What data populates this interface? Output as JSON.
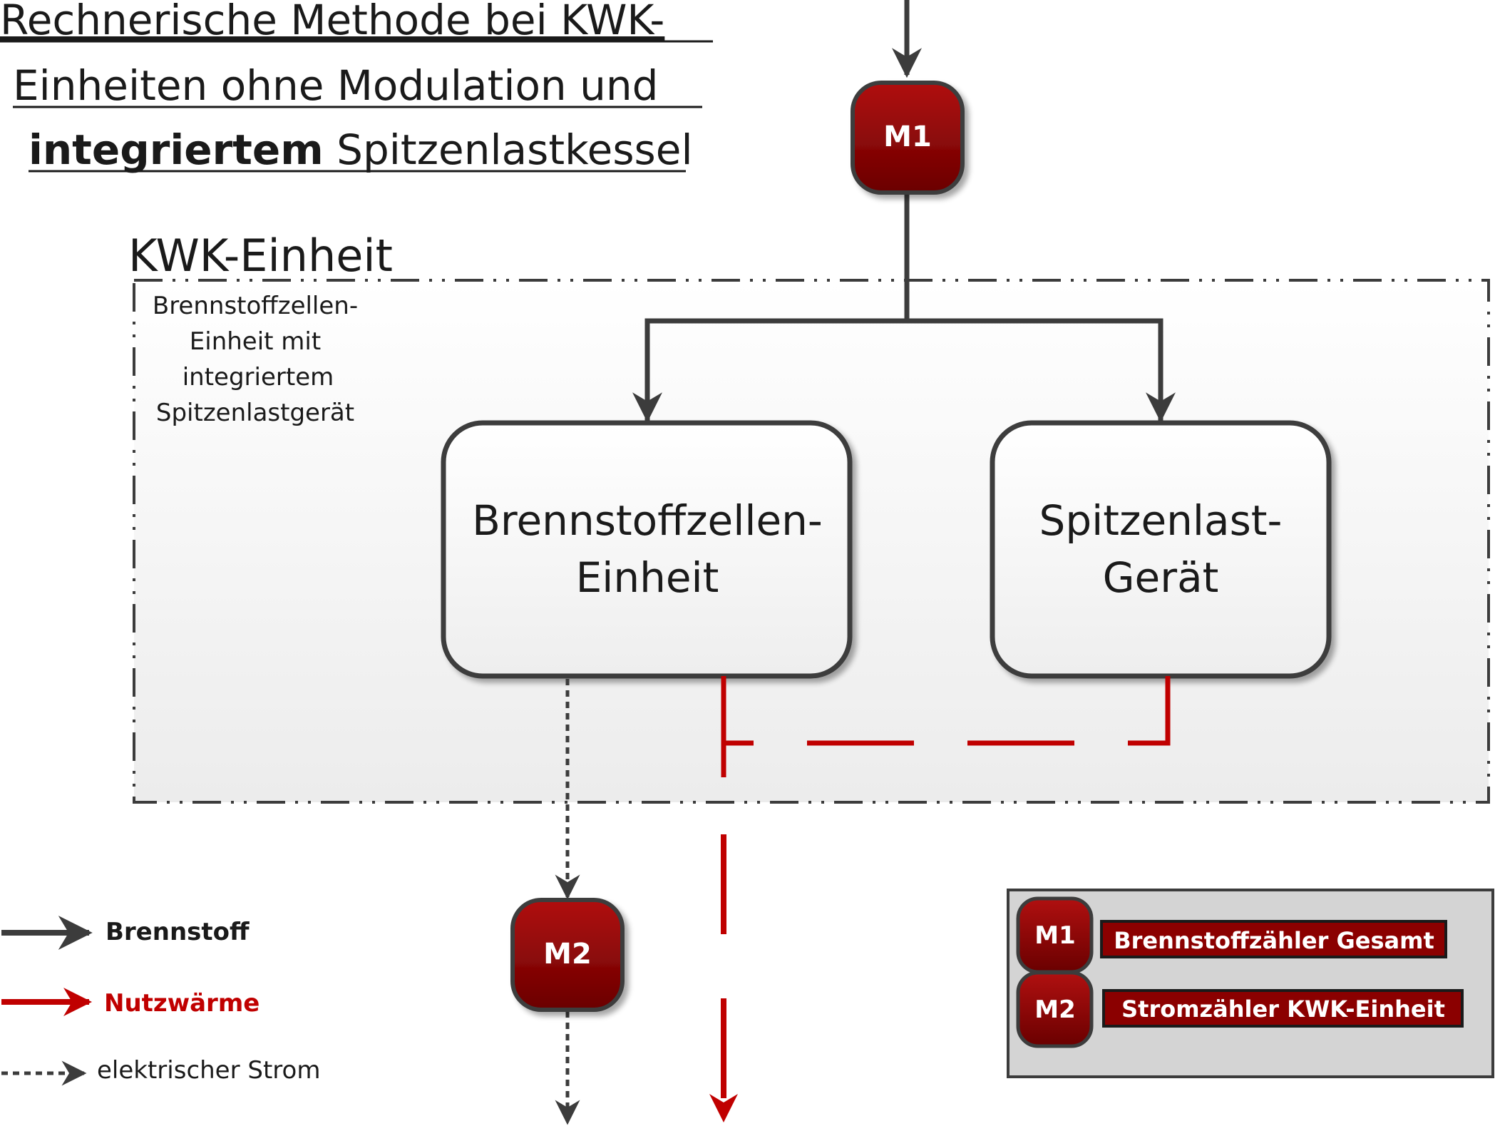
{
  "title": {
    "line1": "Rechnerische Methode bei KWK-",
    "line2": "Einheiten ohne Modulation und",
    "line3_bold": "integriertem",
    "line3_rest": " Spitzenlastkessel"
  },
  "group": {
    "label": "KWK-Einheit",
    "sublabel": [
      "Brennstoffzellen-",
      "Einheit mit",
      "integriertem",
      "Spitzenlastgerät"
    ]
  },
  "boxes": {
    "fuel_cell": [
      "Brennstoffzellen-",
      "Einheit"
    ],
    "peak_load": [
      "Spitzenlast-",
      "Gerät"
    ]
  },
  "meters": {
    "m1": "M1",
    "m2": "M2"
  },
  "legend": {
    "fuel": "Brennstoff",
    "heat": "Nutzwärme",
    "electric": "elektrischer Strom"
  },
  "meter_legend": {
    "m1_code": "M1",
    "m1_label": "Brennstoffzähler Gesamt",
    "m2_code": "M2",
    "m2_label": "Stromzähler KWK-Einheit"
  },
  "colors": {
    "dark": "#3c3c3c",
    "red": "#c00000",
    "meter_fill": "#8b0000",
    "legend_bg": "#d4d4d4"
  }
}
